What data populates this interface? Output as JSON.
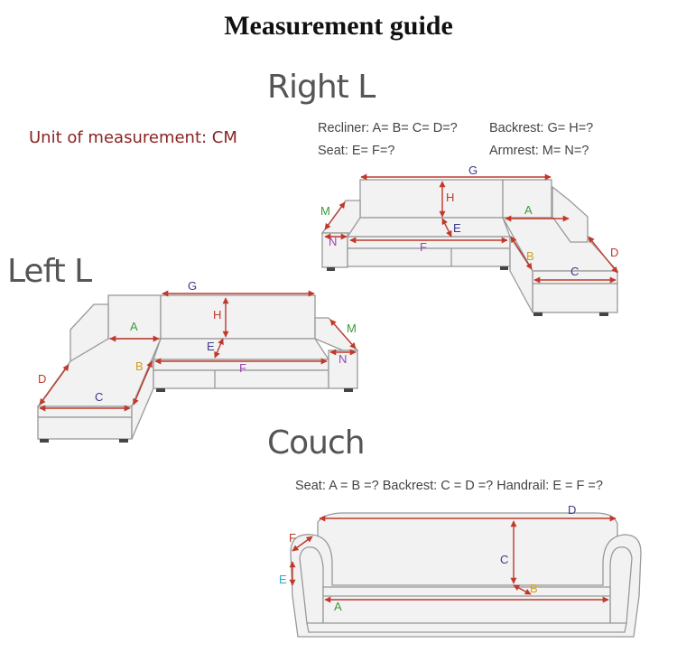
{
  "title": "Measurement guide",
  "unit_note": "Unit of measurement: CM",
  "right_l": {
    "heading": "Right L",
    "recliner": "Recliner: A= B= C= D=?",
    "backrest": "Backrest: G= H=?",
    "seat": "Seat: E= F=?",
    "armrest": "Armrest: M= N=?"
  },
  "left_l": {
    "heading": "Left L"
  },
  "couch": {
    "heading": "Couch",
    "formula": "Seat: A = B =?   Backrest: C = D =?   Handrail: E = F =?"
  },
  "labels": {
    "A": "A",
    "B": "B",
    "C": "C",
    "D": "D",
    "E": "E",
    "F": "F",
    "G": "G",
    "H": "H",
    "M": "M",
    "N": "N"
  },
  "colors": {
    "A": "#3a9a3a",
    "B": "#c9a12a",
    "C": "#3a3a8a",
    "D": "#c0392b",
    "E": "#3a3a8a",
    "F": "#9b45b5",
    "G": "#3a3a8a",
    "H": "#c0392b",
    "M": "#3a9a3a",
    "N": "#9b45b5",
    "E_couch": "#2aa8c8",
    "F_couch": "#c0392b",
    "B_couch": "#d6a21e",
    "arrow": "#c0392b",
    "sofa_fill": "#f2f2f2",
    "sofa_stroke": "#999999"
  }
}
